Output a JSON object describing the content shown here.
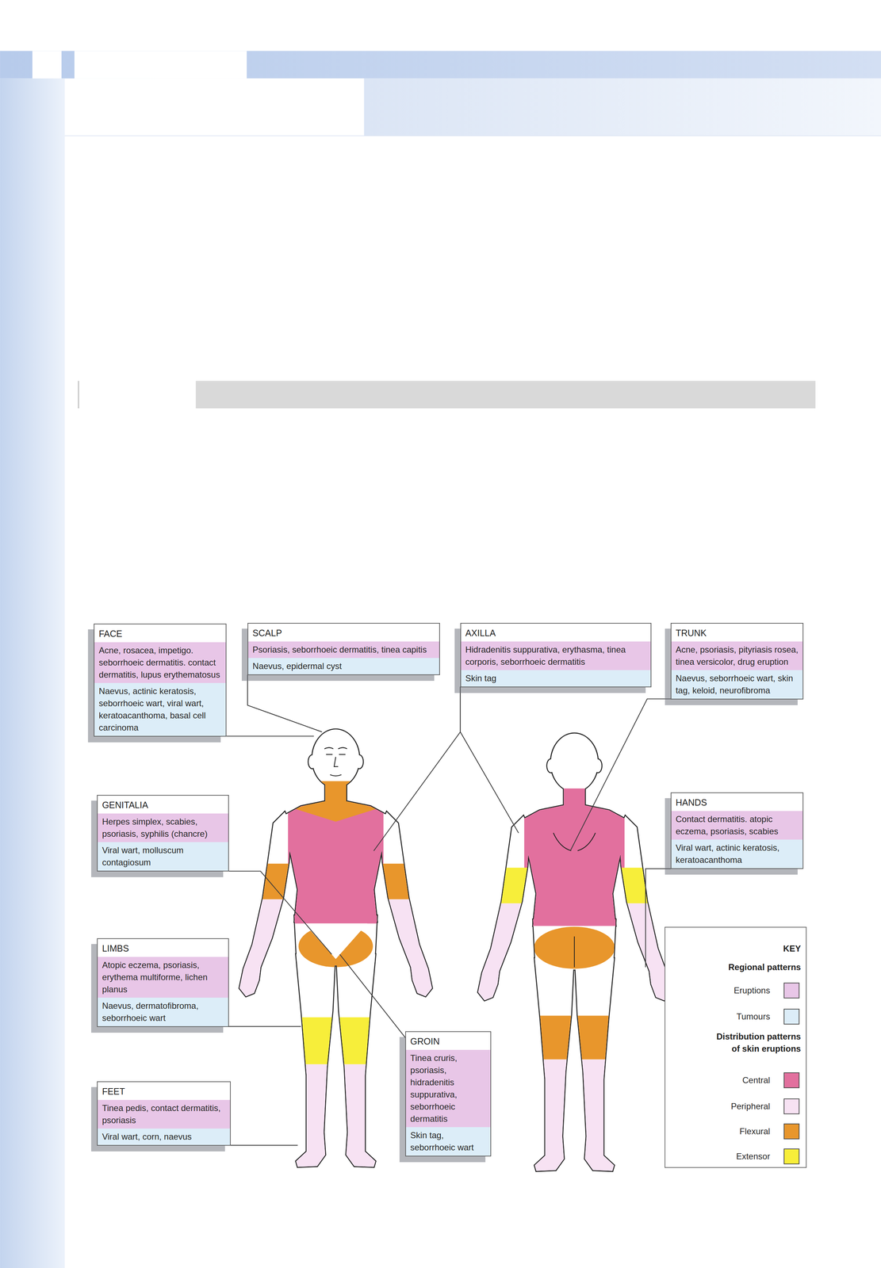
{
  "diagram": {
    "nodes": [
      {
        "text": [
          "FACE"
        ]
      },
      {
        "text": [
          "Acne, rosacea, impetigo. seborrhoeic dermatitis. contact dermatitis, lupus erythematosus"
        ],
        "in": 0
      },
      {
        "text": [
          "Naevus, actinic keratosis, seborrhoeic wart, viral wart, keratoacanthoma, basal cell carcinoma"
        ],
        "in": 0
      },
      {
        "text": [
          "SCALP"
        ]
      },
      {
        "text": [
          "Psoriasis, seborrhoeic dermatitis, tinea capitis"
        ],
        "in": 3
      },
      {
        "text": [
          "Naevus, epidermal cyst"
        ],
        "in": 3
      },
      {
        "text": [
          "AXILLA"
        ]
      },
      {
        "text": [
          "Hidradenitis suppurativa, erythasma, tinea corporis, seborrhoeic dermatitis"
        ],
        "in": 6
      },
      {
        "text": [
          "Skin tag"
        ],
        "in": 6
      },
      {
        "text": [
          "TRUNK"
        ]
      },
      {
        "text": [
          "Acne, psoriasis, pityriasis rosea, tinea versicolor, drug eruption"
        ],
        "in": 9
      },
      {
        "text": [
          "Naevus, seborrhoeic wart, skin tag, keloid, neurofibroma"
        ],
        "in": 9
      },
      {
        "text": [
          "GENITALIA"
        ]
      },
      {
        "text": [
          "Herpes simplex, scabies, psoriasis, syphilis (chancre)"
        ],
        "in": 12
      },
      {
        "text": [
          "Viral wart, molluscum contagiosum"
        ],
        "in": 12
      },
      {
        "text": [
          "HANDS"
        ]
      },
      {
        "text": [
          "Contact dermatitis. atopic eczema, psoriasis, scabies"
        ],
        "in": 15
      },
      {
        "text": [
          "Viral wart, actinic keratosis, keratoacanthoma"
        ],
        "in": 15
      },
      {
        "text": [
          "LIMBS"
        ]
      },
      {
        "text": [
          "Atopic eczema, psoriasis, erythema multiforme, lichen planus"
        ],
        "in": 18
      },
      {
        "text": [
          "Naevus, dermatofibroma, seborrhoeic wart"
        ],
        "in": 18
      },
      {
        "text": [
          "GROIN"
        ]
      },
      {
        "text": [
          "Tinea cruris, psoriasis, hidradenitis suppurativa, seborrhoeic dermatitis"
        ],
        "in": 21
      },
      {
        "text": [
          "Skin tag, seborrhoeic wart"
        ],
        "in": 21
      },
      {
        "text": [
          "FEET"
        ]
      },
      {
        "text": [
          "Tinea pedis, contact dermatitis, psoriasis"
        ],
        "in": 24
      },
      {
        "text": [
          "Viral wart, corn, naevus"
        ],
        "in": 24
      },
      {
        "text": [
          "KEY",
          "Regional patterns",
          "Distribution patterns of skin eruptions"
        ]
      }
    ],
    "legend": [
      {
        "text": "Eruptions",
        "color": "#e8c6e7"
      },
      {
        "text": "Tumours",
        "color": "#dcedf8"
      },
      {
        "text": "Central",
        "color": "#e2709e"
      },
      {
        "text": "Peripheral",
        "color": "#f7e2f3"
      },
      {
        "text": "Flexural",
        "color": "#e8962c"
      },
      {
        "text": "Extensor",
        "color": "#f7ee3a"
      }
    ]
  }
}
